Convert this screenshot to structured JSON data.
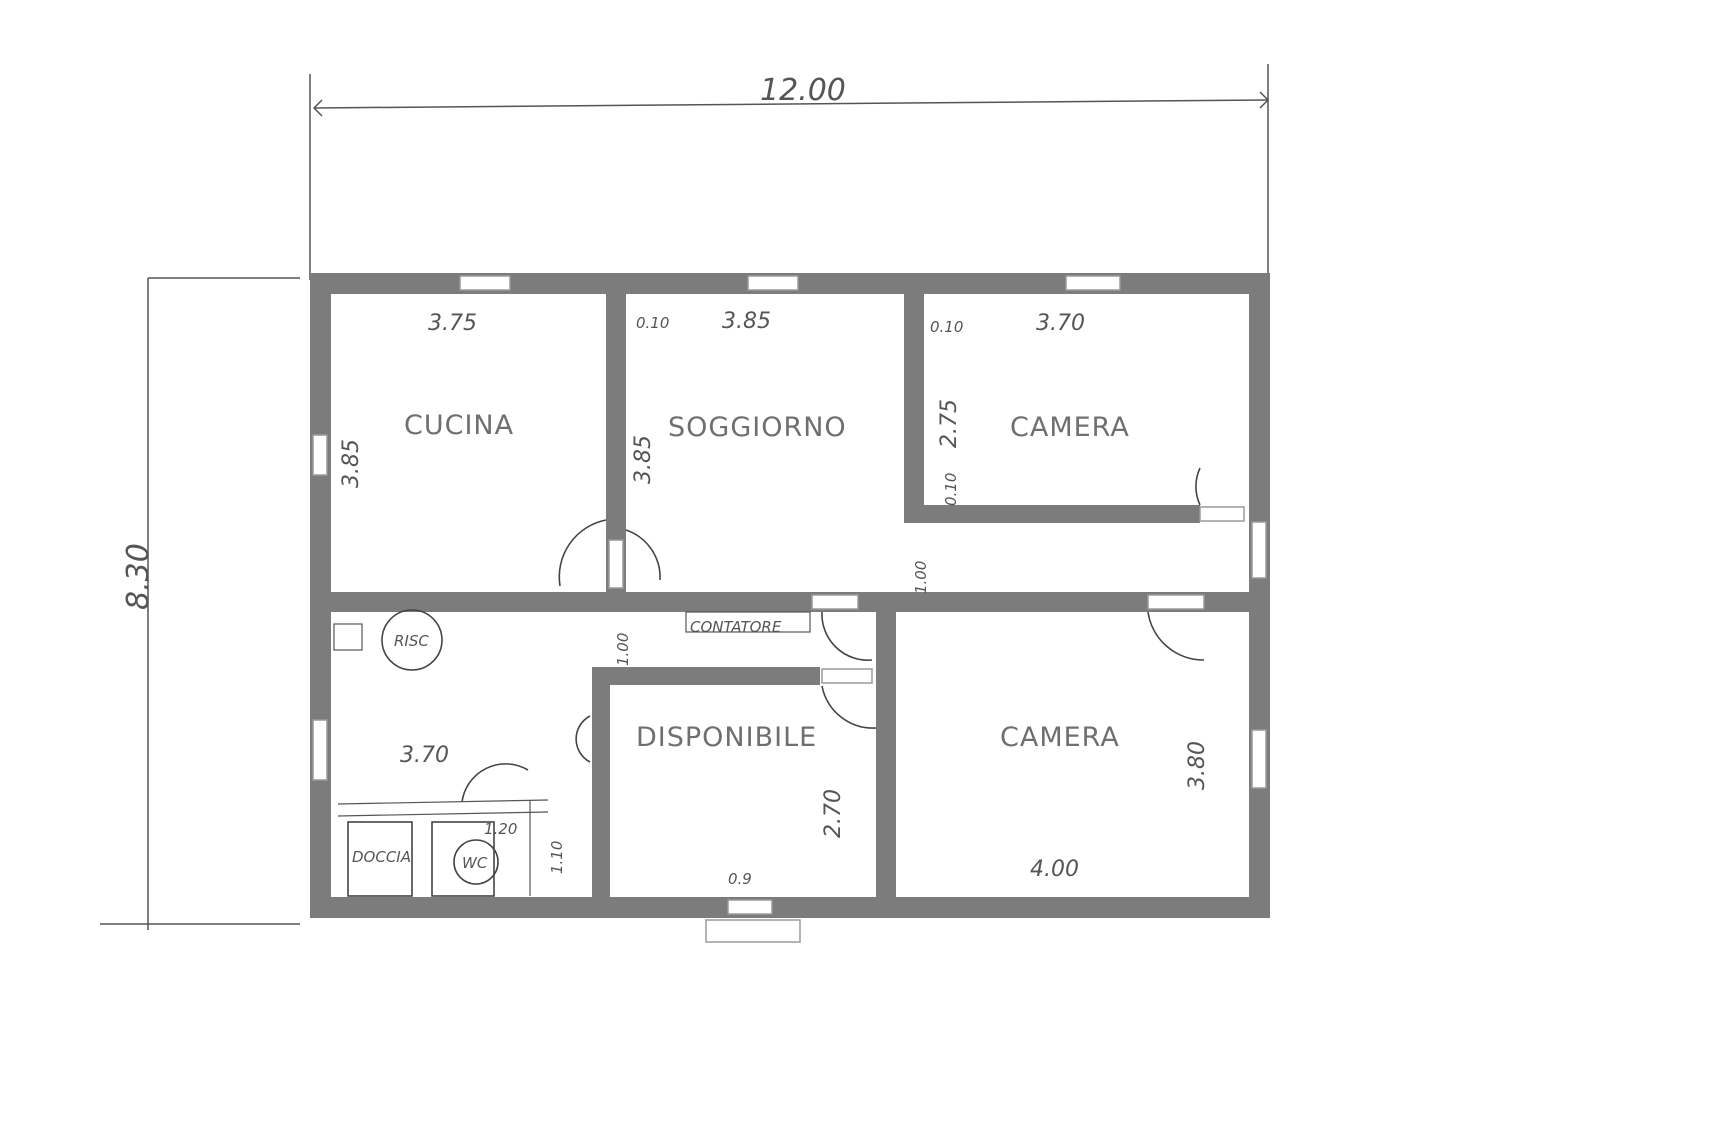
{
  "plan": {
    "overall": {
      "width_label": "12.00",
      "height_label": "8.30"
    },
    "rooms": [
      {
        "id": "cucina",
        "label": "CUCINA",
        "dim_width": "3.75",
        "dim_height": "3.85"
      },
      {
        "id": "soggiorno",
        "label": "SOGGIORNO",
        "dim_width": "3.85",
        "dim_height": "3.85",
        "wall_note": "0.10"
      },
      {
        "id": "camera_1",
        "label": "CAMERA",
        "dim_width": "3.70",
        "dim_height": "2.75",
        "wall_note": "0.10",
        "wall_note_2": "0.10"
      },
      {
        "id": "disponibile",
        "label": "DISPONIBILE",
        "dim_height": "2.70",
        "dim_note": "0.9"
      },
      {
        "id": "camera_2",
        "label": "CAMERA",
        "dim_width": "4.00",
        "dim_height": "3.80"
      }
    ],
    "notes": {
      "corridor_width": "1.00",
      "hall_width": "1.00",
      "contatore": "CONTATORE",
      "risc": "RISC",
      "doccia": "DOCCIA",
      "wc": "WC",
      "bagno_width": "1.20",
      "bagno_height": "1.10",
      "ingresso_width": "3.70"
    }
  }
}
